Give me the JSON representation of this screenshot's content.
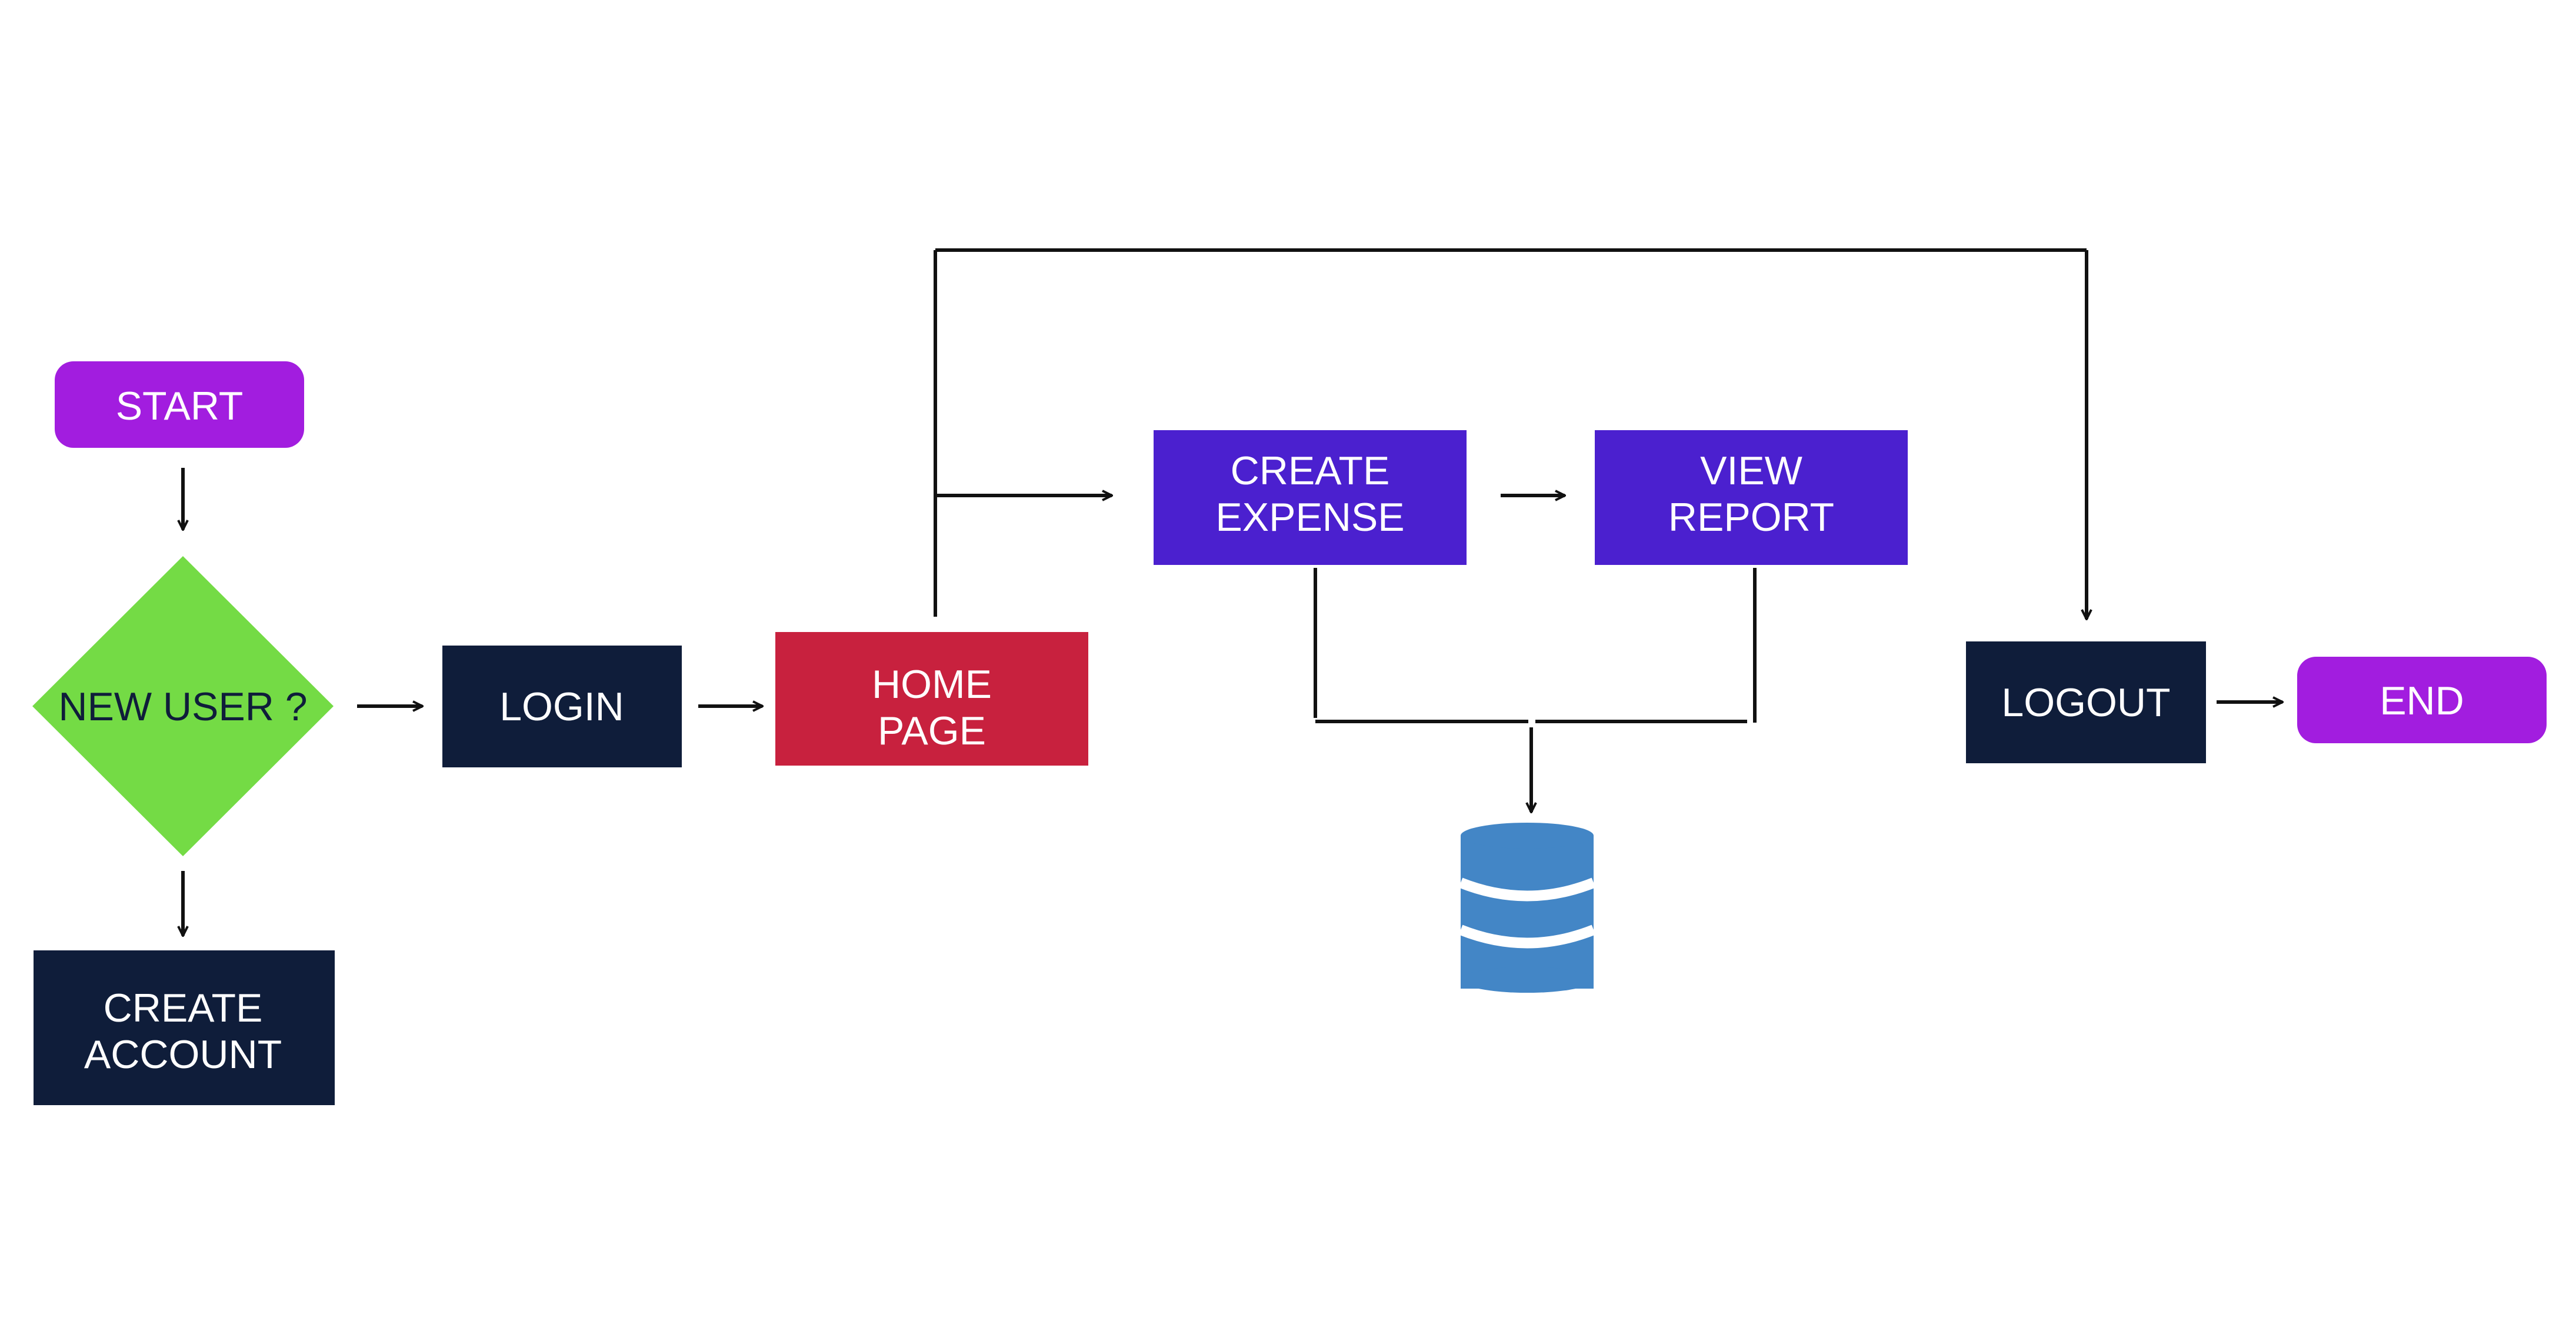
{
  "nodes": {
    "start": {
      "label": "START",
      "color": "#a21ddf"
    },
    "new_user": {
      "label": "NEW USER ?",
      "color": "#74db45"
    },
    "create_account": {
      "label_line1": "CREATE",
      "label_line2": "ACCOUNT",
      "color": "#0f1d3a"
    },
    "login": {
      "label": "LOGIN",
      "color": "#0f1d3a"
    },
    "home_page": {
      "label_line1": "HOME",
      "label_line2": "PAGE",
      "color": "#c8213e"
    },
    "create_expense": {
      "label_line1": "CREATE",
      "label_line2": "EXPENSE",
      "color": "#4b20cf"
    },
    "view_report": {
      "label_line1": "VIEW",
      "label_line2": "REPORT",
      "color": "#4b20cf"
    },
    "logout": {
      "label": "LOGOUT",
      "color": "#0f1d3a"
    },
    "end": {
      "label": "END",
      "color": "#a21ddf"
    },
    "database": {
      "icon": "database-icon",
      "color": "#4386c6"
    }
  },
  "colors": {
    "line": "#111111",
    "text_light": "#ffffff",
    "text_dark": "#0f1d3a"
  }
}
